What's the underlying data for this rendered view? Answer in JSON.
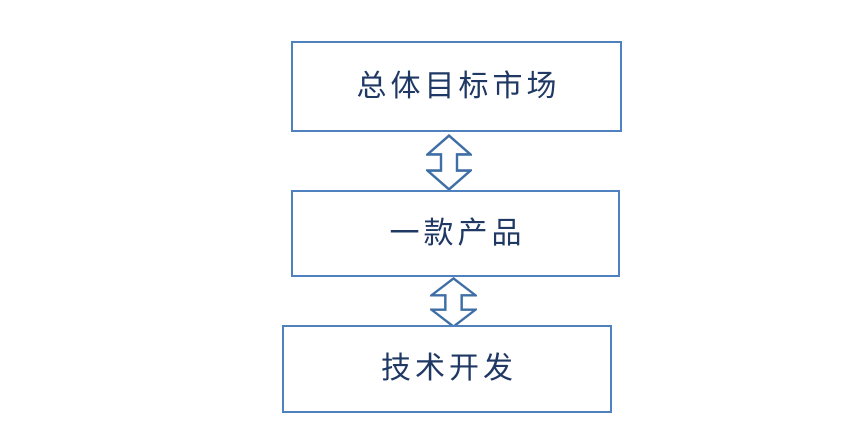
{
  "diagram": {
    "boxes": [
      {
        "id": "top",
        "label": "总体目标市场"
      },
      {
        "id": "middle",
        "label": "一款产品"
      },
      {
        "id": "bottom",
        "label": "技术开发"
      }
    ],
    "connectors": [
      {
        "between": [
          "top",
          "middle"
        ],
        "icon": "up-down-arrow"
      },
      {
        "between": [
          "middle",
          "bottom"
        ],
        "icon": "up-down-arrow"
      }
    ],
    "colors": {
      "background": "#ffffff",
      "box_border": "#4e81bd",
      "box_fill": "#ffffff",
      "text": "#1f3864",
      "arrow_stroke": "#3e6ea5",
      "arrow_fill": "#ffffff"
    }
  }
}
